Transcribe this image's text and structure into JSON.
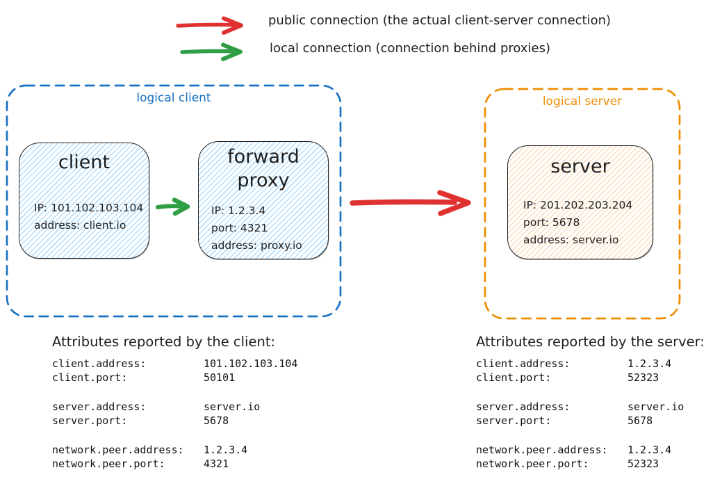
{
  "legend": {
    "public": {
      "label": "public connection (the actual client-server connection)"
    },
    "local": {
      "label": "local connection (connection behind proxies)"
    }
  },
  "logical_client": {
    "label": "logical client",
    "client_node": {
      "title": "client",
      "ip": "IP: 101.102.103.104",
      "address": "address: client.io"
    },
    "proxy_node": {
      "title": "forward proxy",
      "ip": "IP: 1.2.3.4",
      "port": "port: 4321",
      "address": "address: proxy.io"
    }
  },
  "logical_server": {
    "label": "logical server",
    "server_node": {
      "title": "server",
      "ip": "IP: 201.202.203.204",
      "port": "port: 5678",
      "address": "address: server.io"
    }
  },
  "client_attributes": {
    "heading": "Attributes reported by the client:",
    "rows": [
      {
        "key": "client.address:",
        "value": "101.102.103.104"
      },
      {
        "key": "client.port:",
        "value": "50101"
      },
      {
        "key": "server.address:",
        "value": "server.io"
      },
      {
        "key": "server.port:",
        "value": "5678"
      },
      {
        "key": "network.peer.address:",
        "value": "1.2.3.4"
      },
      {
        "key": "network.peer.port:",
        "value": "4321"
      }
    ]
  },
  "server_attributes": {
    "heading": "Attributes reported by the server:",
    "rows": [
      {
        "key": "client.address:",
        "value": "1.2.3.4"
      },
      {
        "key": "client.port:",
        "value": "52323"
      },
      {
        "key": "server.address:",
        "value": "server.io"
      },
      {
        "key": "server.port:",
        "value": "5678"
      },
      {
        "key": "network.peer.address:",
        "value": "1.2.3.4"
      },
      {
        "key": "network.peer.port:",
        "value": "52323"
      }
    ]
  },
  "colors": {
    "public_connection": "#e03131",
    "local_connection": "#2f9e44",
    "logical_client_outline": "#1971c2",
    "logical_server_outline": "#f08c00",
    "client_node_fill": "#a5d8ff",
    "server_node_fill": "#ffd8a8",
    "text": "#1e1e1e"
  }
}
